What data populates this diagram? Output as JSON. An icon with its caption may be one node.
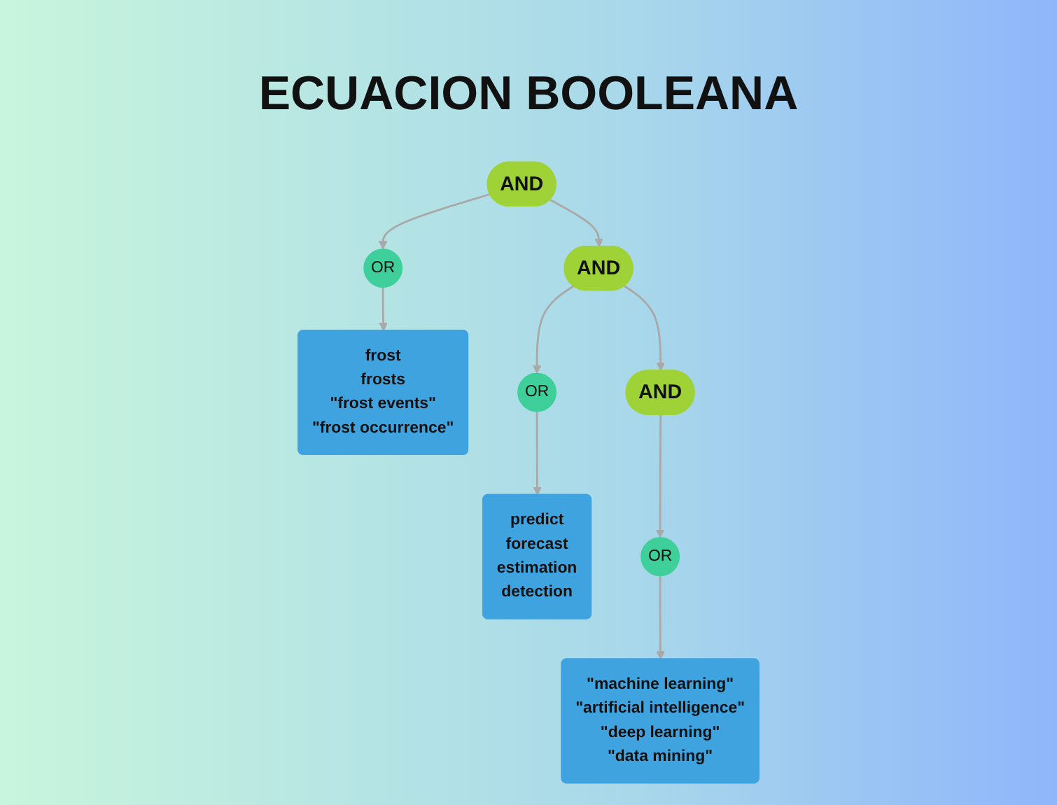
{
  "diagram": {
    "title": "ECUACION BOOLEANA",
    "nodes": [
      {
        "text": [
          "AND"
        ]
      },
      {
        "text": [
          "OR"
        ]
      },
      {
        "text": [
          "frost",
          "frosts",
          "\"frost events\"",
          "\"frost occurrence\""
        ]
      },
      {
        "text": [
          "AND"
        ]
      },
      {
        "text": [
          "OR"
        ]
      },
      {
        "text": [
          "predict",
          "forecast",
          "estimation",
          "detection"
        ]
      },
      {
        "text": [
          "AND"
        ]
      },
      {
        "text": [
          "OR"
        ]
      },
      {
        "text": [
          "\"machine learning\"",
          "\"artificial intelligence\"",
          "\"deep learning\"",
          "\"data mining\""
        ]
      }
    ],
    "edges": [
      {
        "from": 0,
        "to": 3,
        "arrow": "to"
      },
      {
        "from": 3,
        "to": 6,
        "arrow": "to"
      },
      {
        "from": 0,
        "to": 1,
        "arrow": "to"
      },
      {
        "from": 1,
        "to": 2,
        "arrow": "to"
      },
      {
        "from": 3,
        "to": 4,
        "arrow": "to"
      },
      {
        "from": 4,
        "to": 5,
        "arrow": "to"
      },
      {
        "from": 6,
        "to": 7,
        "arrow": "to"
      },
      {
        "from": 7,
        "to": 8,
        "arrow": "to"
      }
    ]
  }
}
